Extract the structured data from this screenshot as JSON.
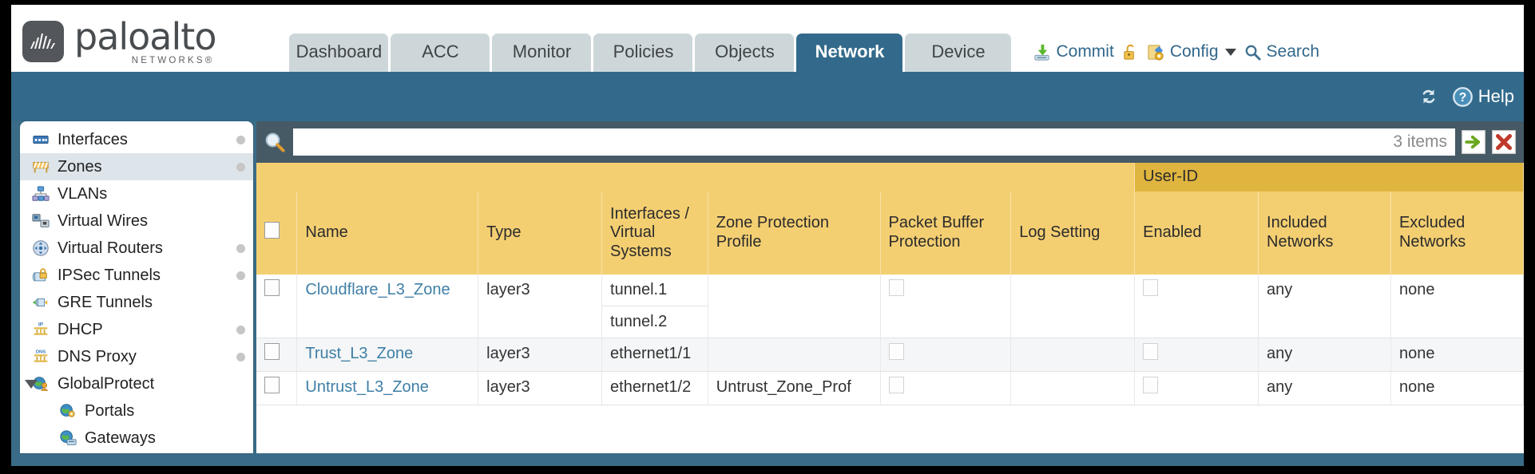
{
  "brand": {
    "name": "paloalto",
    "sub": "NETWORKS®",
    "logo_icon": "paloalto-logo-icon"
  },
  "nav": {
    "tabs": [
      {
        "label": "Dashboard",
        "active": false
      },
      {
        "label": "ACC",
        "active": false
      },
      {
        "label": "Monitor",
        "active": false
      },
      {
        "label": "Policies",
        "active": false
      },
      {
        "label": "Objects",
        "active": false
      },
      {
        "label": "Network",
        "active": true
      },
      {
        "label": "Device",
        "active": false
      }
    ]
  },
  "header_actions": {
    "commit": {
      "label": "Commit",
      "icon": "commit-download-icon"
    },
    "lock": {
      "icon": "padlock-icon"
    },
    "config": {
      "label": "Config",
      "icon": "config-wrench-icon",
      "caret": "chevron-down-icon"
    },
    "search": {
      "label": "Search",
      "icon": "search-magnifier-icon"
    }
  },
  "bluebar": {
    "refresh": {
      "icon": "refresh-icon"
    },
    "help": {
      "label": "Help",
      "icon": "help-question-icon"
    }
  },
  "sidebar": {
    "items": [
      {
        "label": "Interfaces",
        "icon": "interfaces-icon",
        "selected": false,
        "dot": true,
        "child": false,
        "twisty": false
      },
      {
        "label": "Zones",
        "icon": "zones-icon",
        "selected": true,
        "dot": true,
        "child": false,
        "twisty": false
      },
      {
        "label": "VLANs",
        "icon": "vlans-icon",
        "selected": false,
        "dot": false,
        "child": false,
        "twisty": false
      },
      {
        "label": "Virtual Wires",
        "icon": "virtual-wires-icon",
        "selected": false,
        "dot": false,
        "child": false,
        "twisty": false
      },
      {
        "label": "Virtual Routers",
        "icon": "virtual-routers-icon",
        "selected": false,
        "dot": true,
        "child": false,
        "twisty": false
      },
      {
        "label": "IPSec Tunnels",
        "icon": "ipsec-tunnels-icon",
        "selected": false,
        "dot": true,
        "child": false,
        "twisty": false
      },
      {
        "label": "GRE Tunnels",
        "icon": "gre-tunnels-icon",
        "selected": false,
        "dot": false,
        "child": false,
        "twisty": false
      },
      {
        "label": "DHCP",
        "icon": "dhcp-icon",
        "selected": false,
        "dot": true,
        "child": false,
        "twisty": false
      },
      {
        "label": "DNS Proxy",
        "icon": "dns-proxy-icon",
        "selected": false,
        "dot": true,
        "child": false,
        "twisty": false
      },
      {
        "label": "GlobalProtect",
        "icon": "globalprotect-icon",
        "selected": false,
        "dot": false,
        "child": false,
        "twisty": true
      },
      {
        "label": "Portals",
        "icon": "portals-icon",
        "selected": false,
        "dot": false,
        "child": true,
        "twisty": false
      },
      {
        "label": "Gateways",
        "icon": "gateways-icon",
        "selected": false,
        "dot": false,
        "child": true,
        "twisty": false
      }
    ]
  },
  "filterbar": {
    "search_icon": "search-magnifier-icon",
    "value": "",
    "placeholder": "",
    "item_count": "3 items",
    "apply_icon": "apply-filter-arrow-icon",
    "clear_icon": "clear-filter-x-icon"
  },
  "table": {
    "group_header": {
      "label": "User-ID"
    },
    "columns": [
      {
        "key": "checkbox",
        "label": ""
      },
      {
        "key": "name",
        "label": "Name"
      },
      {
        "key": "type",
        "label": "Type"
      },
      {
        "key": "interfaces",
        "label": "Interfaces / Virtual Systems"
      },
      {
        "key": "zone_protection",
        "label": "Zone Protection Profile"
      },
      {
        "key": "packet_buffer",
        "label": "Packet Buffer Protection"
      },
      {
        "key": "log_setting",
        "label": "Log Setting"
      },
      {
        "key": "enabled",
        "label": "Enabled"
      },
      {
        "key": "included",
        "label": "Included Networks"
      },
      {
        "key": "excluded",
        "label": "Excluded Networks"
      }
    ],
    "rows": [
      {
        "selected": false,
        "name": "Cloudflare_L3_Zone",
        "type": "layer3",
        "interfaces": [
          "tunnel.1",
          "tunnel.2"
        ],
        "zone_protection": "",
        "packet_buffer_checked": false,
        "log_setting": "",
        "enabled_checked": false,
        "included": "any",
        "excluded": "none"
      },
      {
        "selected": false,
        "name": "Trust_L3_Zone",
        "type": "layer3",
        "interfaces": [
          "ethernet1/1"
        ],
        "zone_protection": "",
        "packet_buffer_checked": false,
        "log_setting": "",
        "enabled_checked": false,
        "included": "any",
        "excluded": "none"
      },
      {
        "selected": false,
        "name": "Untrust_L3_Zone",
        "type": "layer3",
        "interfaces": [
          "ethernet1/2"
        ],
        "zone_protection": "Untrust_Zone_Prof",
        "packet_buffer_checked": false,
        "log_setting": "",
        "enabled_checked": false,
        "included": "any",
        "excluded": "none"
      }
    ]
  },
  "colors": {
    "brand_dark": "#53565a",
    "nav_active": "#336a8b",
    "nav_inactive": "#cdd7da",
    "page_blue": "#3a6c87",
    "panel_dark": "#465a66",
    "header_gold": "#f4cf72",
    "group_gold": "#e0b53f",
    "link_blue": "#3f7fa6"
  }
}
